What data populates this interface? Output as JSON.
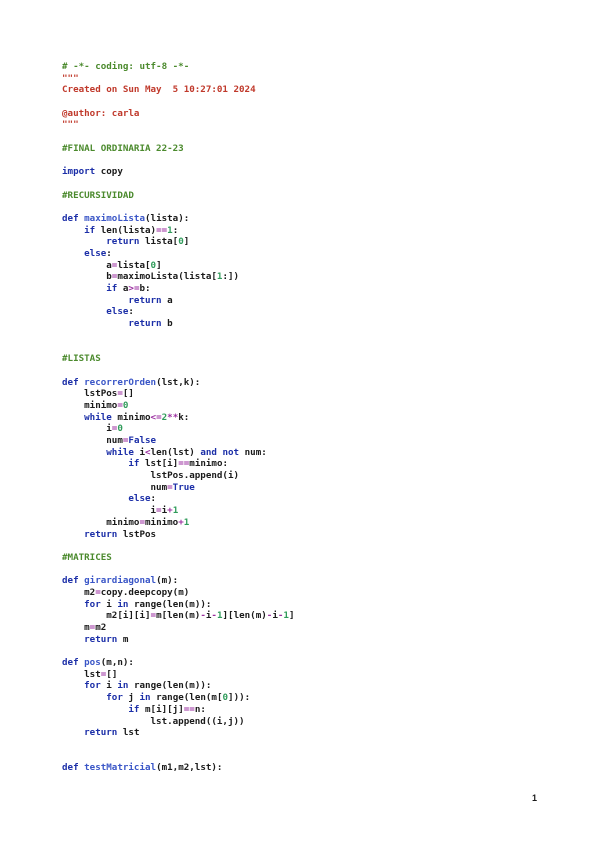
{
  "document": {
    "page_number": "1",
    "lines": [
      [
        {
          "t": "# -*- coding: utf-8 -*-",
          "c": "cm"
        }
      ],
      [
        {
          "t": "\"\"\"",
          "c": "st"
        }
      ],
      [
        {
          "t": "Created on Sun May  5 10:27:01 2024",
          "c": "st"
        }
      ],
      [
        {
          "t": "",
          "c": ""
        }
      ],
      [
        {
          "t": "@author: carla",
          "c": "st"
        }
      ],
      [
        {
          "t": "\"\"\"",
          "c": "st"
        }
      ],
      [
        {
          "t": "",
          "c": ""
        }
      ],
      [
        {
          "t": "#FINAL ORDINARIA 22-23",
          "c": "cm"
        }
      ],
      [
        {
          "t": "",
          "c": ""
        }
      ],
      [
        {
          "t": "import",
          "c": "kw"
        },
        {
          "t": " copy",
          "c": ""
        }
      ],
      [
        {
          "t": "",
          "c": ""
        }
      ],
      [
        {
          "t": "#RECURSIVIDAD",
          "c": "cm"
        }
      ],
      [
        {
          "t": "",
          "c": ""
        }
      ],
      [
        {
          "t": "def ",
          "c": "kw"
        },
        {
          "t": "maximoLista",
          "c": "fn"
        },
        {
          "t": "(lista):",
          "c": ""
        }
      ],
      [
        {
          "t": "    ",
          "c": ""
        },
        {
          "t": "if",
          "c": "kw"
        },
        {
          "t": " len(lista)",
          "c": ""
        },
        {
          "t": "==",
          "c": "op"
        },
        {
          "t": "1",
          "c": "nm"
        },
        {
          "t": ":",
          "c": ""
        }
      ],
      [
        {
          "t": "        ",
          "c": ""
        },
        {
          "t": "return",
          "c": "kw"
        },
        {
          "t": " lista[",
          "c": ""
        },
        {
          "t": "0",
          "c": "nm"
        },
        {
          "t": "]",
          "c": ""
        }
      ],
      [
        {
          "t": "    ",
          "c": ""
        },
        {
          "t": "else",
          "c": "kw"
        },
        {
          "t": ":",
          "c": ""
        }
      ],
      [
        {
          "t": "        a",
          "c": ""
        },
        {
          "t": "=",
          "c": "op"
        },
        {
          "t": "lista[",
          "c": ""
        },
        {
          "t": "0",
          "c": "nm"
        },
        {
          "t": "]",
          "c": ""
        }
      ],
      [
        {
          "t": "        b",
          "c": ""
        },
        {
          "t": "=",
          "c": "op"
        },
        {
          "t": "maximoLista(lista[",
          "c": ""
        },
        {
          "t": "1",
          "c": "nm"
        },
        {
          "t": ":])",
          "c": ""
        }
      ],
      [
        {
          "t": "        ",
          "c": ""
        },
        {
          "t": "if",
          "c": "kw"
        },
        {
          "t": " a",
          "c": ""
        },
        {
          "t": ">=",
          "c": "op"
        },
        {
          "t": "b:",
          "c": ""
        }
      ],
      [
        {
          "t": "            ",
          "c": ""
        },
        {
          "t": "return",
          "c": "kw"
        },
        {
          "t": " a",
          "c": ""
        }
      ],
      [
        {
          "t": "        ",
          "c": ""
        },
        {
          "t": "else",
          "c": "kw"
        },
        {
          "t": ":",
          "c": ""
        }
      ],
      [
        {
          "t": "            ",
          "c": ""
        },
        {
          "t": "return",
          "c": "kw"
        },
        {
          "t": " b",
          "c": ""
        }
      ],
      [
        {
          "t": "",
          "c": ""
        }
      ],
      [
        {
          "t": "",
          "c": ""
        }
      ],
      [
        {
          "t": "#LISTAS",
          "c": "cm"
        }
      ],
      [
        {
          "t": "",
          "c": ""
        }
      ],
      [
        {
          "t": "def ",
          "c": "kw"
        },
        {
          "t": "recorrerOrden",
          "c": "fn"
        },
        {
          "t": "(lst,k):",
          "c": ""
        }
      ],
      [
        {
          "t": "    lstPos",
          "c": ""
        },
        {
          "t": "=",
          "c": "op"
        },
        {
          "t": "[]",
          "c": ""
        }
      ],
      [
        {
          "t": "    minimo",
          "c": ""
        },
        {
          "t": "=",
          "c": "op"
        },
        {
          "t": "0",
          "c": "nm"
        }
      ],
      [
        {
          "t": "    ",
          "c": ""
        },
        {
          "t": "while",
          "c": "kw"
        },
        {
          "t": " minimo",
          "c": ""
        },
        {
          "t": "<=",
          "c": "op"
        },
        {
          "t": "2",
          "c": "nm"
        },
        {
          "t": "**",
          "c": "op"
        },
        {
          "t": "k:",
          "c": ""
        }
      ],
      [
        {
          "t": "        i",
          "c": ""
        },
        {
          "t": "=",
          "c": "op"
        },
        {
          "t": "0",
          "c": "nm"
        }
      ],
      [
        {
          "t": "        num",
          "c": ""
        },
        {
          "t": "=",
          "c": "op"
        },
        {
          "t": "False",
          "c": "kw"
        }
      ],
      [
        {
          "t": "        ",
          "c": ""
        },
        {
          "t": "while",
          "c": "kw"
        },
        {
          "t": " i",
          "c": ""
        },
        {
          "t": "<",
          "c": "op"
        },
        {
          "t": "len(lst) ",
          "c": ""
        },
        {
          "t": "and not",
          "c": "kw"
        },
        {
          "t": " num:",
          "c": ""
        }
      ],
      [
        {
          "t": "            ",
          "c": ""
        },
        {
          "t": "if",
          "c": "kw"
        },
        {
          "t": " lst[i]",
          "c": ""
        },
        {
          "t": "==",
          "c": "op"
        },
        {
          "t": "minimo:",
          "c": ""
        }
      ],
      [
        {
          "t": "                lstPos.append(i)",
          "c": ""
        }
      ],
      [
        {
          "t": "                num",
          "c": ""
        },
        {
          "t": "=",
          "c": "op"
        },
        {
          "t": "True",
          "c": "kw"
        }
      ],
      [
        {
          "t": "            ",
          "c": ""
        },
        {
          "t": "else",
          "c": "kw"
        },
        {
          "t": ":",
          "c": ""
        }
      ],
      [
        {
          "t": "                i",
          "c": ""
        },
        {
          "t": "=",
          "c": "op"
        },
        {
          "t": "i",
          "c": ""
        },
        {
          "t": "+",
          "c": "op"
        },
        {
          "t": "1",
          "c": "nm"
        }
      ],
      [
        {
          "t": "        minimo",
          "c": ""
        },
        {
          "t": "=",
          "c": "op"
        },
        {
          "t": "minimo",
          "c": ""
        },
        {
          "t": "+",
          "c": "op"
        },
        {
          "t": "1",
          "c": "nm"
        }
      ],
      [
        {
          "t": "    ",
          "c": ""
        },
        {
          "t": "return",
          "c": "kw"
        },
        {
          "t": " lstPos",
          "c": ""
        }
      ],
      [
        {
          "t": "",
          "c": ""
        }
      ],
      [
        {
          "t": "#MATRICES",
          "c": "cm"
        }
      ],
      [
        {
          "t": "",
          "c": ""
        }
      ],
      [
        {
          "t": "def ",
          "c": "kw"
        },
        {
          "t": "girardiagonal",
          "c": "fn"
        },
        {
          "t": "(m):",
          "c": ""
        }
      ],
      [
        {
          "t": "    m2",
          "c": ""
        },
        {
          "t": "=",
          "c": "op"
        },
        {
          "t": "copy.deepcopy(m)",
          "c": ""
        }
      ],
      [
        {
          "t": "    ",
          "c": ""
        },
        {
          "t": "for",
          "c": "kw"
        },
        {
          "t": " i ",
          "c": ""
        },
        {
          "t": "in",
          "c": "kw"
        },
        {
          "t": " range(len(m)):",
          "c": ""
        }
      ],
      [
        {
          "t": "        m2[i][i]",
          "c": ""
        },
        {
          "t": "=",
          "c": "op"
        },
        {
          "t": "m[len(m)",
          "c": ""
        },
        {
          "t": "-",
          "c": "op"
        },
        {
          "t": "i",
          "c": ""
        },
        {
          "t": "-",
          "c": "op"
        },
        {
          "t": "1",
          "c": "nm"
        },
        {
          "t": "][len(m)",
          "c": ""
        },
        {
          "t": "-",
          "c": "op"
        },
        {
          "t": "i",
          "c": ""
        },
        {
          "t": "-",
          "c": "op"
        },
        {
          "t": "1",
          "c": "nm"
        },
        {
          "t": "]",
          "c": ""
        }
      ],
      [
        {
          "t": "    m",
          "c": ""
        },
        {
          "t": "=",
          "c": "op"
        },
        {
          "t": "m2",
          "c": ""
        }
      ],
      [
        {
          "t": "    ",
          "c": ""
        },
        {
          "t": "return",
          "c": "kw"
        },
        {
          "t": " m",
          "c": ""
        }
      ],
      [
        {
          "t": "",
          "c": ""
        }
      ],
      [
        {
          "t": "def ",
          "c": "kw"
        },
        {
          "t": "pos",
          "c": "fn"
        },
        {
          "t": "(m,n):",
          "c": ""
        }
      ],
      [
        {
          "t": "    lst",
          "c": ""
        },
        {
          "t": "=",
          "c": "op"
        },
        {
          "t": "[]",
          "c": ""
        }
      ],
      [
        {
          "t": "    ",
          "c": ""
        },
        {
          "t": "for",
          "c": "kw"
        },
        {
          "t": " i ",
          "c": ""
        },
        {
          "t": "in",
          "c": "kw"
        },
        {
          "t": " range(len(m)):",
          "c": ""
        }
      ],
      [
        {
          "t": "        ",
          "c": ""
        },
        {
          "t": "for",
          "c": "kw"
        },
        {
          "t": " j ",
          "c": ""
        },
        {
          "t": "in",
          "c": "kw"
        },
        {
          "t": " range(len(m[",
          "c": ""
        },
        {
          "t": "0",
          "c": "nm"
        },
        {
          "t": "])):",
          "c": ""
        }
      ],
      [
        {
          "t": "            ",
          "c": ""
        },
        {
          "t": "if",
          "c": "kw"
        },
        {
          "t": " m[i][j]",
          "c": ""
        },
        {
          "t": "==",
          "c": "op"
        },
        {
          "t": "n:",
          "c": ""
        }
      ],
      [
        {
          "t": "                lst.append((i,j))",
          "c": ""
        }
      ],
      [
        {
          "t": "    ",
          "c": ""
        },
        {
          "t": "return",
          "c": "kw"
        },
        {
          "t": " lst",
          "c": ""
        }
      ],
      [
        {
          "t": "",
          "c": ""
        }
      ],
      [
        {
          "t": "",
          "c": ""
        }
      ],
      [
        {
          "t": "def ",
          "c": "kw"
        },
        {
          "t": "testMatricial",
          "c": "fn"
        },
        {
          "t": "(m1,m2,lst):",
          "c": ""
        }
      ]
    ]
  }
}
